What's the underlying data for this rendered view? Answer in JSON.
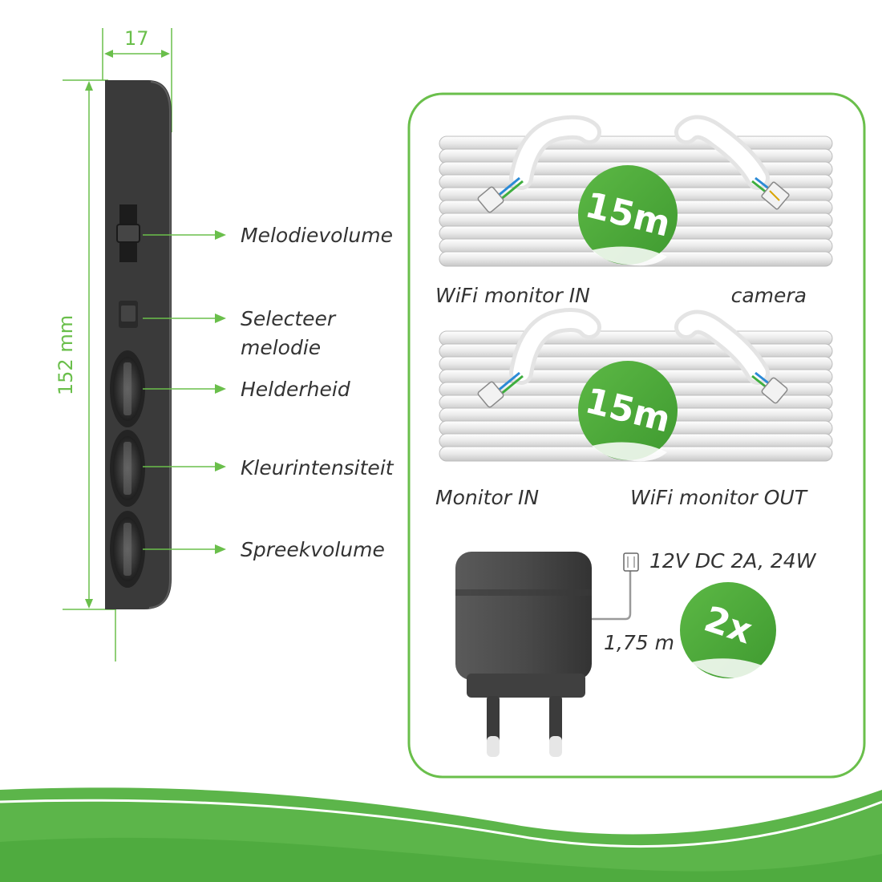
{
  "colors": {
    "accent": "#6abf4b",
    "device": "#3a3a3a",
    "text": "#333333",
    "badge": "#4fab3a"
  },
  "device": {
    "width_label": "17",
    "height_label": "152 mm",
    "controls": [
      {
        "label": "Melodievolume"
      },
      {
        "label": "Selecteer\nmelodie"
      },
      {
        "label": "Helderheid"
      },
      {
        "label": "Kleurintensiteit"
      },
      {
        "label": "Spreekvolume"
      }
    ]
  },
  "contents": {
    "cable1": {
      "badge": "15m",
      "left_label": "WiFi monitor IN",
      "right_label": "camera"
    },
    "cable2": {
      "badge": "15m",
      "left_label": "Monitor IN",
      "right_label": "WiFi monitor OUT"
    },
    "adapter": {
      "spec": "12V DC 2A, 24W",
      "cord_length": "1,75 m",
      "badge": "2x"
    }
  }
}
